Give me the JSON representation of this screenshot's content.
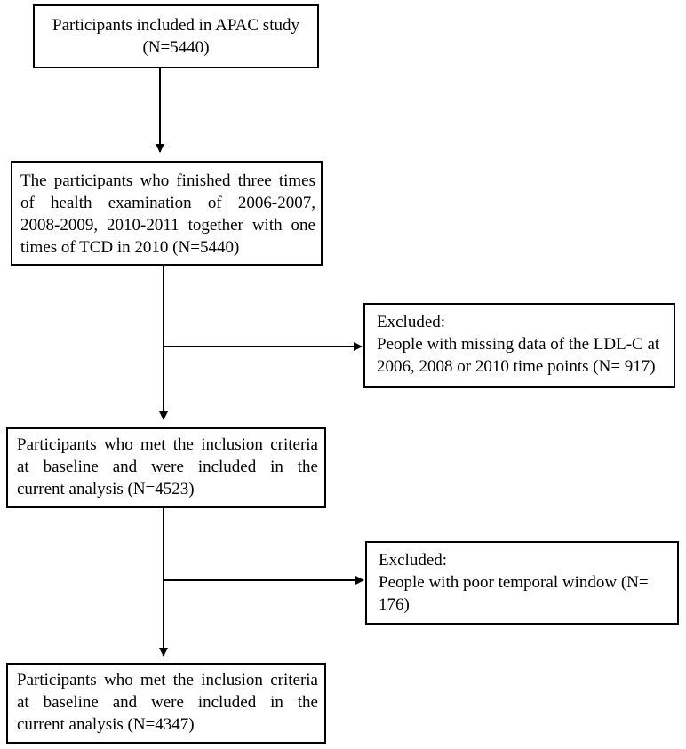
{
  "boxes": {
    "start": {
      "lines": [
        "Participants included in APAC study",
        "(N=5440)"
      ]
    },
    "health_exam": {
      "lines": [
        "The participants who finished three times",
        "of health examination of 2006-2007,",
        "2008-2009, 2010-2011 together with one",
        "times of TCD in 2010 (N=5440)"
      ]
    },
    "exclusion_1": {
      "lines": [
        "Excluded:",
        "People with missing data of the LDL-C at",
        "2006, 2008 or 2010 time points (N= 917)"
      ]
    },
    "included_1": {
      "lines": [
        "Participants who met the inclusion criteria",
        "at baseline and were included in the",
        "current analysis (N=4523)"
      ]
    },
    "exclusion_2": {
      "lines": [
        "Excluded:",
        "People with poor temporal window (N=",
        "176)"
      ]
    },
    "final": {
      "lines": [
        "Participants who met the inclusion criteria",
        "at baseline and were included in the",
        "current analysis (N=4347)"
      ]
    }
  },
  "colors": {
    "stroke": "#000000",
    "background": "#ffffff"
  }
}
